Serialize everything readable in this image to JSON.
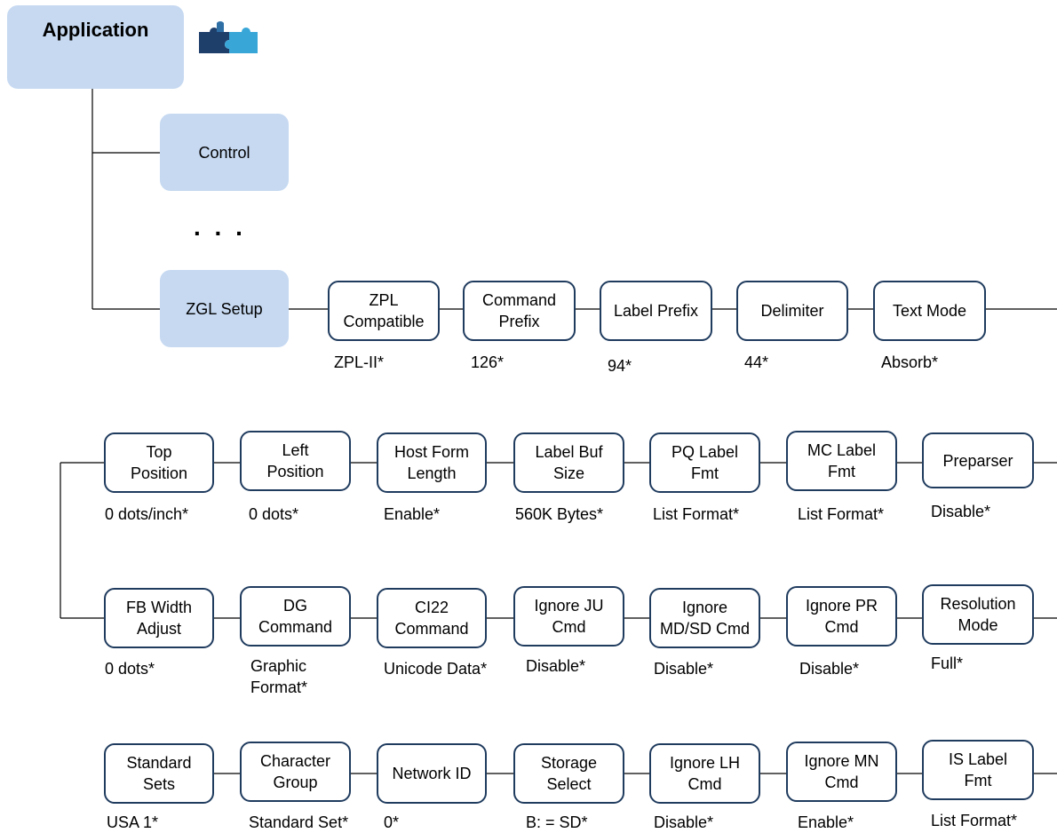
{
  "colors": {
    "menu_fill": "#c6d9f1",
    "option_border": "#1f3b5e",
    "line": "#000000"
  },
  "application": {
    "label": "Application",
    "icon": "puzzle-icon"
  },
  "menu_items": [
    {
      "label": "Control"
    },
    {
      "label": "ZGL Setup"
    }
  ],
  "ellipsis": ". . .",
  "rows": [
    [
      {
        "label": "ZPL\nCompatible",
        "value": "ZPL-II*"
      },
      {
        "label": "Command\nPrefix",
        "value": "126*"
      },
      {
        "label": "Label Prefix",
        "value": "94*"
      },
      {
        "label": "Delimiter",
        "value": "44*"
      },
      {
        "label": "Text Mode",
        "value": "Absorb*"
      }
    ],
    [
      {
        "label": "Top\nPosition",
        "value": "0 dots/inch*"
      },
      {
        "label": "Left\nPosition",
        "value": "0 dots*"
      },
      {
        "label": "Host Form\nLength",
        "value": "Enable*"
      },
      {
        "label": "Label Buf\nSize",
        "value": "560K Bytes*"
      },
      {
        "label": "PQ Label\nFmt",
        "value": "List Format*"
      },
      {
        "label": "MC Label\nFmt",
        "value": "List Format*"
      },
      {
        "label": "Preparser",
        "value": "Disable*"
      }
    ],
    [
      {
        "label": "FB Width\nAdjust",
        "value": "0 dots*"
      },
      {
        "label": "DG\nCommand",
        "value": "Graphic\nFormat*"
      },
      {
        "label": "CI22\nCommand",
        "value": "Unicode Data*"
      },
      {
        "label": "Ignore JU\nCmd",
        "value": "Disable*"
      },
      {
        "label": "Ignore\nMD/SD Cmd",
        "value": "Disable*"
      },
      {
        "label": "Ignore PR\nCmd",
        "value": "Disable*"
      },
      {
        "label": "Resolution\nMode",
        "value": "Full*"
      }
    ],
    [
      {
        "label": "Standard\nSets",
        "value": "USA 1*"
      },
      {
        "label": "Character\nGroup",
        "value": "Standard Set*"
      },
      {
        "label": "Network ID",
        "value": "0*"
      },
      {
        "label": "Storage\nSelect",
        "value": "B: = SD*"
      },
      {
        "label": "Ignore LH\nCmd",
        "value": "Disable*"
      },
      {
        "label": "Ignore MN\nCmd",
        "value": "Enable*"
      },
      {
        "label": "IS Label\nFmt",
        "value": "List Format*"
      }
    ]
  ]
}
